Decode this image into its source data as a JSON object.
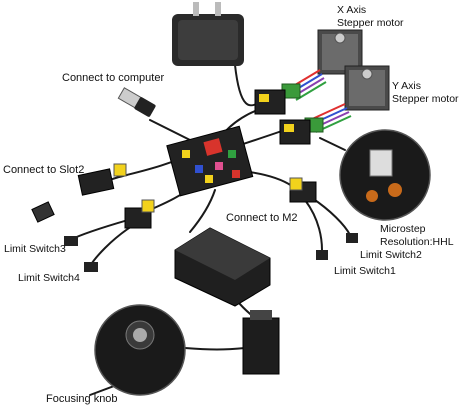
{
  "labels": {
    "x_axis_line1": "X Axis",
    "x_axis_line2": "Stepper motor",
    "y_axis_line1": "Y Axis",
    "y_axis_line2": "Stepper motor",
    "connect_computer": "Connect to  computer",
    "connect_slot2": "Connect to  Slot2",
    "connect_m2": "Connect to M2",
    "microstep_line1": "Microstep",
    "microstep_line2": "Resolution:HHL",
    "limit_switch1": "Limit Switch1",
    "limit_switch2": "Limit Switch2",
    "limit_switch3": "Limit Switch3",
    "limit_switch4": "Limit Switch4",
    "focusing_knob": "Focusing knob"
  },
  "colors": {
    "board_red": "#d8342c",
    "module_yellow": "#f2d21c",
    "cable_black": "#1a1a1a",
    "ribbon_purple": "#8a3fb0",
    "terminal_green": "#3a9a3a"
  }
}
